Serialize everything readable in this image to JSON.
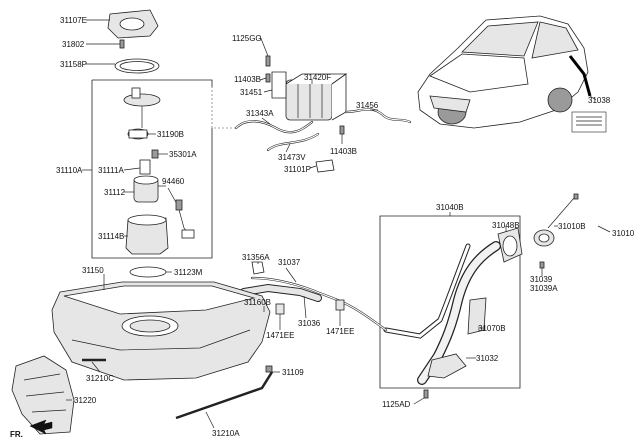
{
  "labels": {
    "l31107E": "31107E",
    "l31802": "31802",
    "l31158P": "31158P",
    "l31190B": "31190B",
    "l35301A": "35301A",
    "l31111A": "31111A",
    "l31110A": "31110A",
    "l94460": "94460",
    "l31112": "31112",
    "l31114B": "31114B",
    "l31123M": "31123M",
    "l31150": "31150",
    "l1125GG": "1125GG",
    "l11403B_top": "11403B",
    "l31451": "31451",
    "l31420F": "31420F",
    "l31343A": "31343A",
    "l31456": "31456",
    "l11403B_mid": "11403B",
    "l31473V": "31473V",
    "l31101P": "31101P",
    "l31038": "31038",
    "l31040B": "31040B",
    "l31048B": "31048B",
    "l31010B": "31010B",
    "l31010": "31010",
    "l31039": "31039",
    "l31039A": "31039A",
    "l31070B": "31070B",
    "l31032": "31032",
    "l1125AD": "1125AD",
    "l31356A": "31356A",
    "l31037": "31037",
    "l31160B": "31160B",
    "l1471EE_a": "1471EE",
    "l31036": "31036",
    "l1471EE_b": "1471EE",
    "l31109": "31109",
    "l31210C": "31210C",
    "l31220": "31220",
    "l31210A": "31210A",
    "lFR": "FR."
  }
}
